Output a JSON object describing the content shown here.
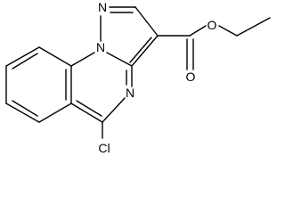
{
  "molecule": {
    "atom_labels": {
      "n1": "N",
      "n2": "N",
      "n3": "N",
      "o_carbonyl": "O",
      "o_ester": "O",
      "cl": "Cl"
    }
  }
}
